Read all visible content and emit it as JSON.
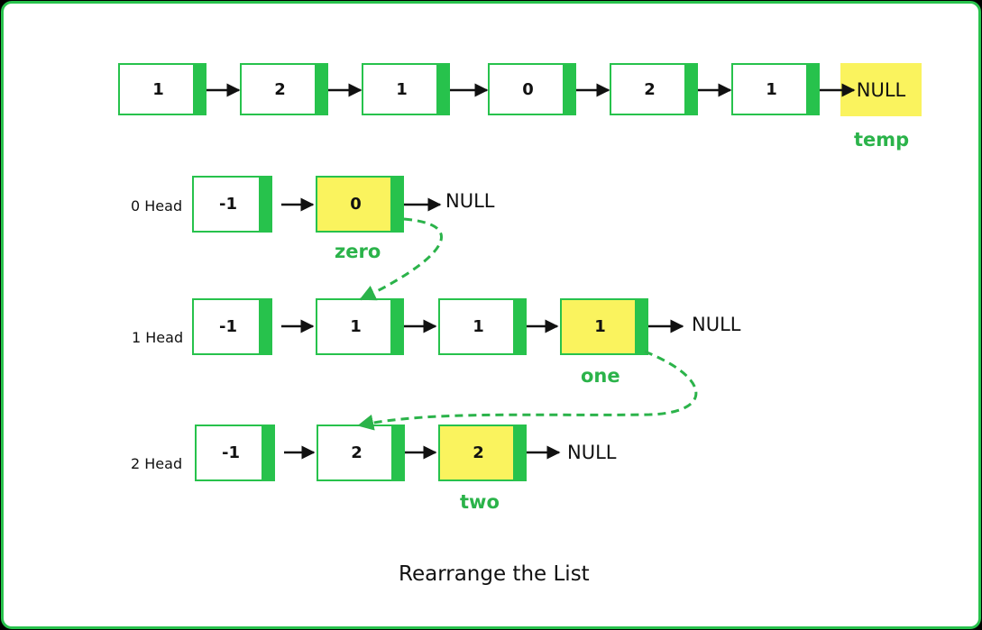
{
  "main_list": {
    "nodes": [
      "1",
      "2",
      "1",
      "0",
      "2",
      "1"
    ],
    "null_label": "NULL",
    "pointer_label": "temp"
  },
  "zero_list": {
    "head_label": "0 Head",
    "nodes": [
      "-1",
      "0"
    ],
    "null_label": "NULL",
    "pointer_label": "zero"
  },
  "one_list": {
    "head_label": "1 Head",
    "nodes": [
      "-1",
      "1",
      "1",
      "1"
    ],
    "null_label": "NULL",
    "pointer_label": "one"
  },
  "two_list": {
    "head_label": "2 Head",
    "nodes": [
      "-1",
      "2",
      "2"
    ],
    "null_label": "NULL",
    "pointer_label": "two"
  },
  "caption": "Rearrange the List",
  "colors": {
    "border": "#27c24c",
    "pointer_block": "#27c24c",
    "highlight": "#faf35e",
    "label_green": "#2bb34a"
  }
}
